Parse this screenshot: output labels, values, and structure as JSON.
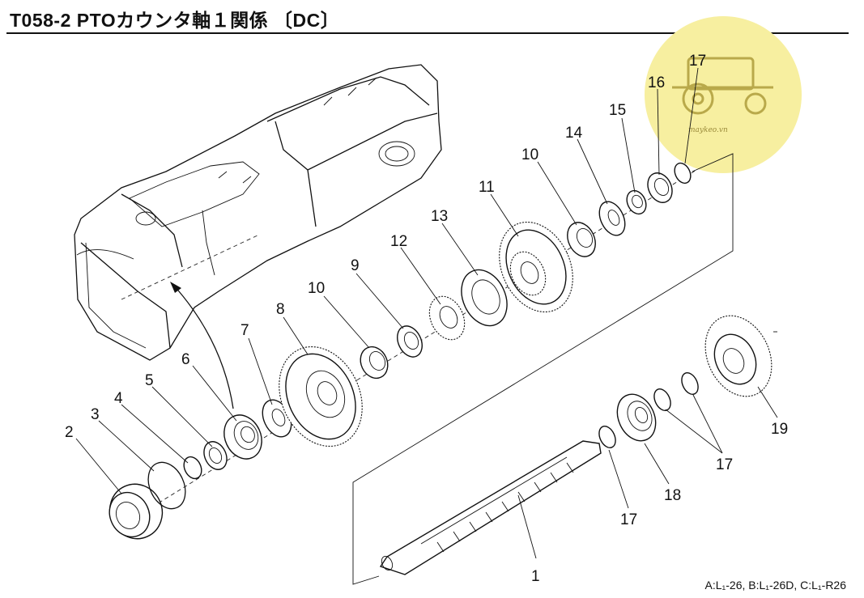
{
  "title": "T058-2 PTOカウンタ軸１関係 〔DC〕",
  "footnote": "A:L₁-26, B:L₁-26D, C:L₁-R26",
  "watermark": {
    "text": "maykeo.vn",
    "color": "#f7efa0"
  },
  "callouts": {
    "c1": "1",
    "c2": "2",
    "c3": "3",
    "c4": "4",
    "c5": "5",
    "c6": "6",
    "c7": "7",
    "c8": "8",
    "c9": "9",
    "c10a": "10",
    "c10b": "10",
    "c11": "11",
    "c12": "12",
    "c13": "13",
    "c14": "14",
    "c15": "15",
    "c16": "16",
    "c17a": "17",
    "c17b": "17",
    "c17c": "17",
    "c18": "18",
    "c19": "19"
  }
}
